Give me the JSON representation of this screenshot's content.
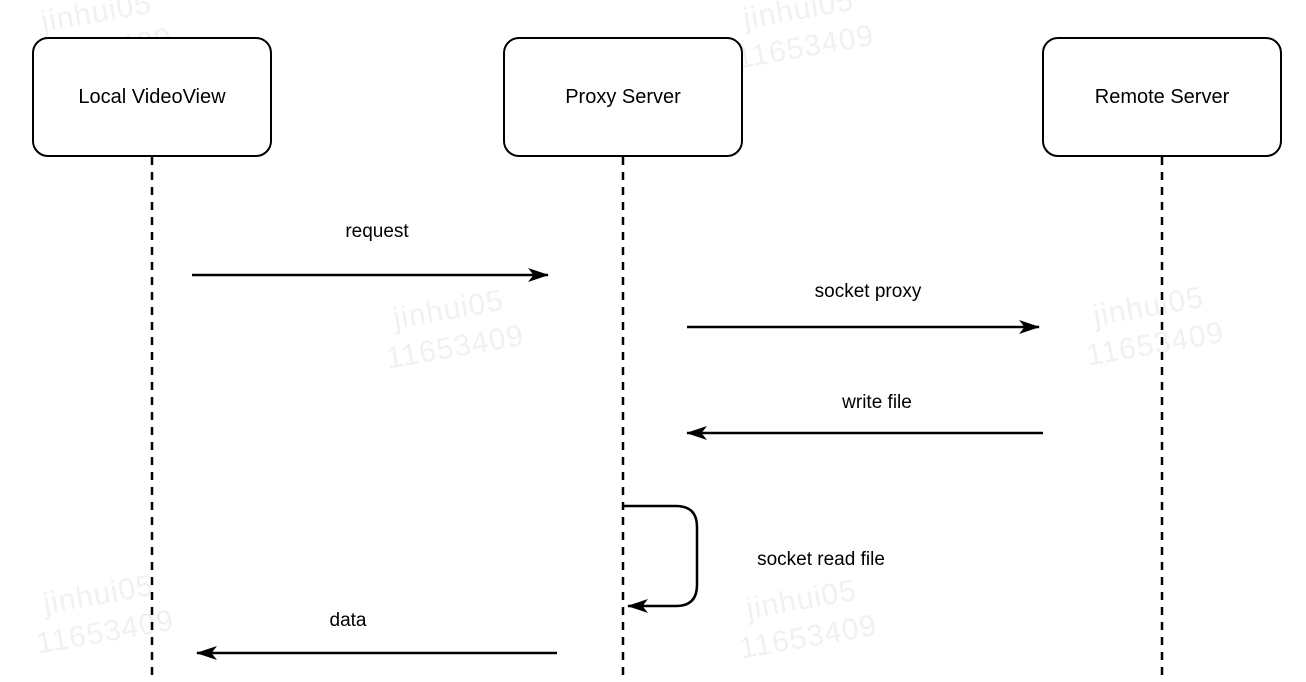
{
  "diagram": {
    "type": "sequence-diagram",
    "colors": {
      "stroke": "#000000",
      "background": "#ffffff",
      "watermark": "#f1f1f1"
    },
    "actors": [
      {
        "id": "local-videoview",
        "label": "Local VideoView"
      },
      {
        "id": "proxy-server",
        "label": "Proxy Server"
      },
      {
        "id": "remote-server",
        "label": "Remote Server"
      }
    ],
    "messages": [
      {
        "label": "request",
        "from": "local-videoview",
        "to": "proxy-server",
        "direction": "right"
      },
      {
        "label": "socket proxy",
        "from": "proxy-server",
        "to": "remote-server",
        "direction": "right"
      },
      {
        "label": "write file",
        "from": "remote-server",
        "to": "proxy-server",
        "direction": "left"
      },
      {
        "label": "socket read file",
        "from": "proxy-server",
        "to": "proxy-server",
        "direction": "self"
      },
      {
        "label": "data",
        "from": "proxy-server",
        "to": "local-videoview",
        "direction": "left"
      }
    ],
    "watermark": {
      "line1": "jinhui05",
      "line2": "11653409"
    }
  }
}
